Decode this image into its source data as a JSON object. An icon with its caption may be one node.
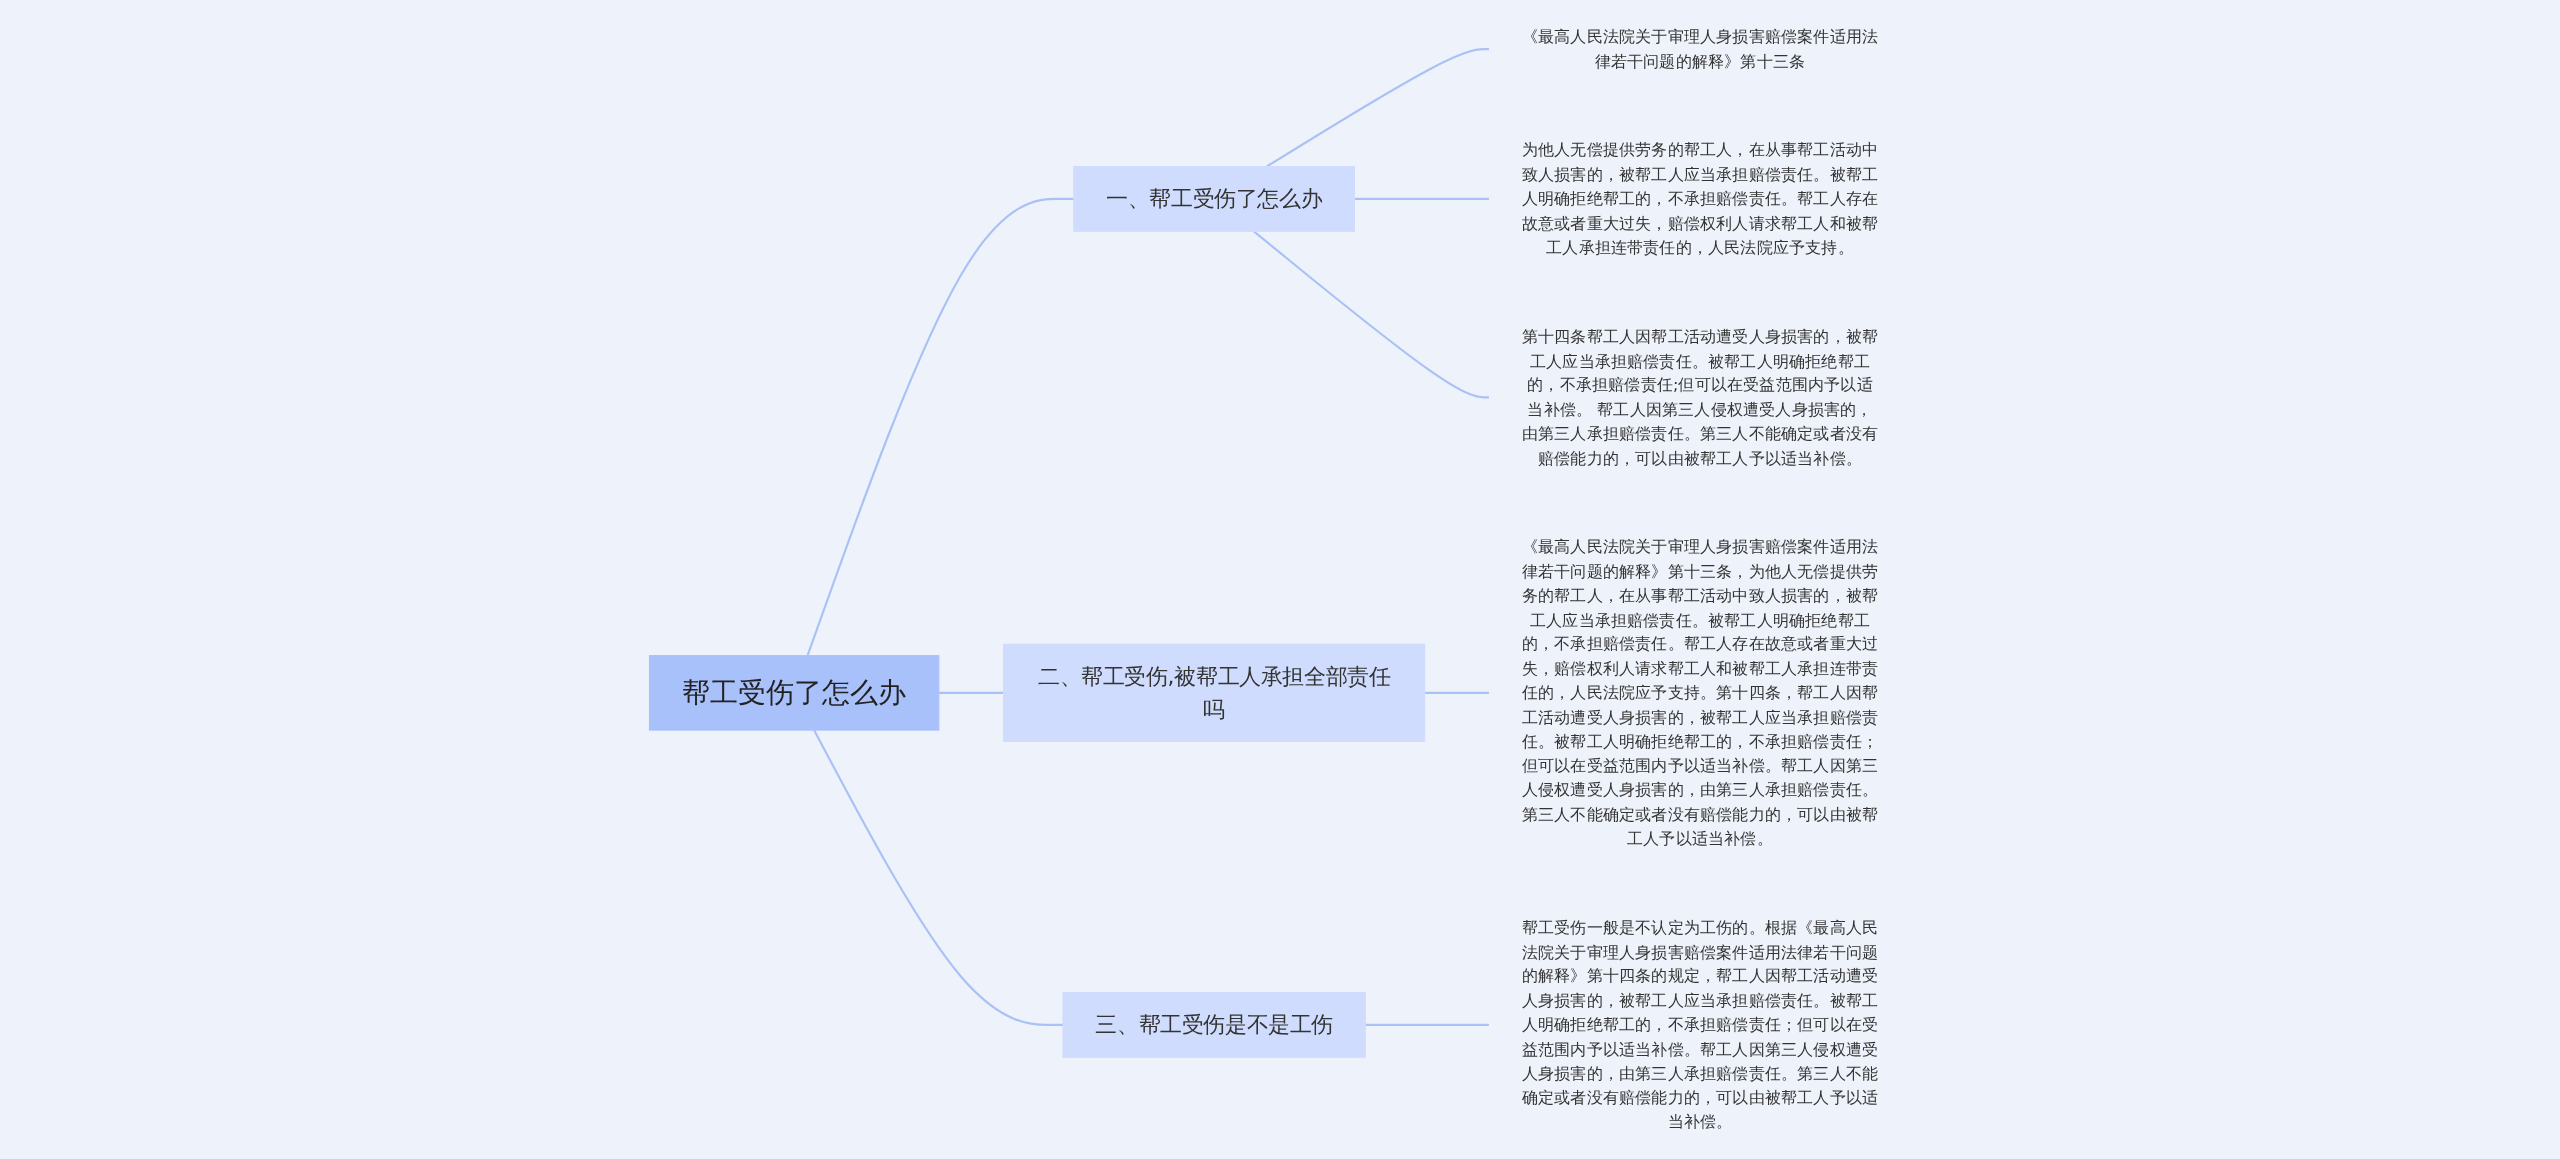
{
  "diagram": {
    "nodes": [
      {
        "text": [
          "帮工受伤了怎么办"
        ]
      },
      {
        "text": [
          "一、帮工受伤了怎么办"
        ]
      },
      {
        "text": [
          "《最高人民法院关于审理人身损害赔偿案件适用法律若干问题的解释》第十三条"
        ]
      },
      {
        "text": [
          "为他人无偿提供劳务的帮工人，在从事帮工活动中致人损害的，被帮工人应当承担赔偿责任。被帮工人明确拒绝帮工的，不承担赔偿责任。帮工人存在故意或者重大过失，赔偿权利人请求帮工人和被帮工人承担连带责任的，人民法院应予支持。"
        ]
      },
      {
        "text": [
          "第十四条帮工人因帮工活动遭受人身损害的，被帮工人应当承担赔偿责任。被帮工人明确拒绝帮工的，不承担赔偿责任;但可以在受益范围内予以适当补偿。 帮工人因第三人侵权遭受人身损害的，由第三人承担赔偿责任。第三人不能确定或者没有赔偿能力的，可以由被帮工人予以适当补偿。"
        ]
      },
      {
        "text": [
          "二、帮工受伤,被帮工人承担全部责任吗"
        ]
      },
      {
        "text": [
          "《最高人民法院关于审理人身损害赔偿案件适用法律若干问题的解释》第十三条，为他人无偿提供劳务的帮工人，在从事帮工活动中致人损害的，被帮工人应当承担赔偿责任。被帮工人明确拒绝帮工的，不承担赔偿责任。帮工人存在故意或者重大过失，赔偿权利人请求帮工人和被帮工人承担连带责任的，人民法院应予支持。第十四条，帮工人因帮工活动遭受人身损害的，被帮工人应当承担赔偿责任。被帮工人明确拒绝帮工的，不承担赔偿责任；但可以在受益范围内予以适当补偿。帮工人因第三人侵权遭受人身损害的，由第三人承担赔偿责任。第三人不能确定或者没有赔偿能力的，可以由被帮工人予以适当补偿。"
        ]
      },
      {
        "text": [
          "三、帮工受伤是不是工伤"
        ]
      },
      {
        "text": [
          "帮工受伤一般是不认定为工伤的。根据《最高人民法院关于审理人身损害赔偿案件适用法律若干问题的解释》第十四条的规定，帮工人因帮工活动遭受人身损害的，被帮工人应当承担赔偿责任。被帮工人明确拒绝帮工的，不承担赔偿责任；但可以在受益范围内予以适当补偿。帮工人因第三人侵权遭受人身损害的，由第三人承担赔偿责任。第三人不能确定或者没有赔偿能力的，可以由被帮工人予以适当补偿。"
        ]
      }
    ],
    "edges": [
      {
        "from": 0,
        "to": 1,
        "arrow": "none"
      },
      {
        "from": 1,
        "to": 2,
        "arrow": "none"
      },
      {
        "from": 1,
        "to": 3,
        "arrow": "none"
      },
      {
        "from": 1,
        "to": 4,
        "arrow": "none"
      },
      {
        "from": 0,
        "to": 5,
        "arrow": "none"
      },
      {
        "from": 5,
        "to": 6,
        "arrow": "none"
      },
      {
        "from": 0,
        "to": 7,
        "arrow": "none"
      },
      {
        "from": 7,
        "to": 8,
        "arrow": "none"
      }
    ]
  }
}
